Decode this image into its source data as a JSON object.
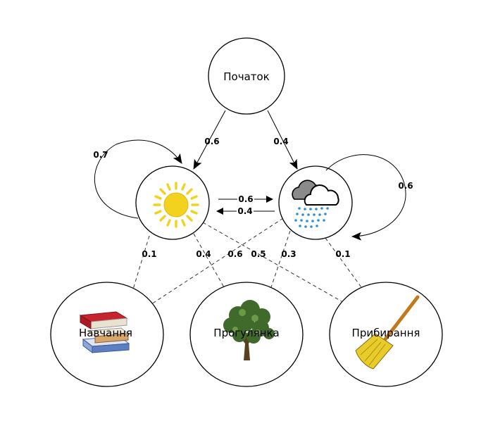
{
  "diagram": {
    "start_label": "Початок",
    "states": [
      {
        "id": "sunny",
        "icon": "sun-icon"
      },
      {
        "id": "rainy",
        "icon": "rain-cloud-icon"
      }
    ],
    "observations": [
      {
        "id": "study",
        "label": "Навчання",
        "icon": "books-icon"
      },
      {
        "id": "walk",
        "label": "Прогулянка",
        "icon": "tree-icon"
      },
      {
        "id": "clean",
        "label": "Прибирання",
        "icon": "broom-icon"
      }
    ],
    "start_probabilities": {
      "sunny": "0.6",
      "rainy": "0.4"
    },
    "transitions": {
      "sunny_to_sunny": "0.7",
      "sunny_to_rainy": "0.6",
      "rainy_to_sunny": "0.4",
      "rainy_to_rainy": "0.6"
    },
    "emissions": {
      "sunny_study": "0.1",
      "sunny_walk": "0.4",
      "sunny_clean": "0.5",
      "rainy_study": "0.6",
      "rainy_walk": "0.3",
      "rainy_clean": "0.1"
    },
    "colors": {
      "sun": "#f2d21f",
      "cloud_dark": "#8a8a8a",
      "rain": "#2b8fd8",
      "books_red": "#c8242e",
      "books_blue": "#5d7fc2",
      "tree_green": "#3f6a2c",
      "tree_trunk": "#5a4020",
      "broom_yellow": "#e8cc2a",
      "broom_handle": "#c07a1c"
    }
  }
}
